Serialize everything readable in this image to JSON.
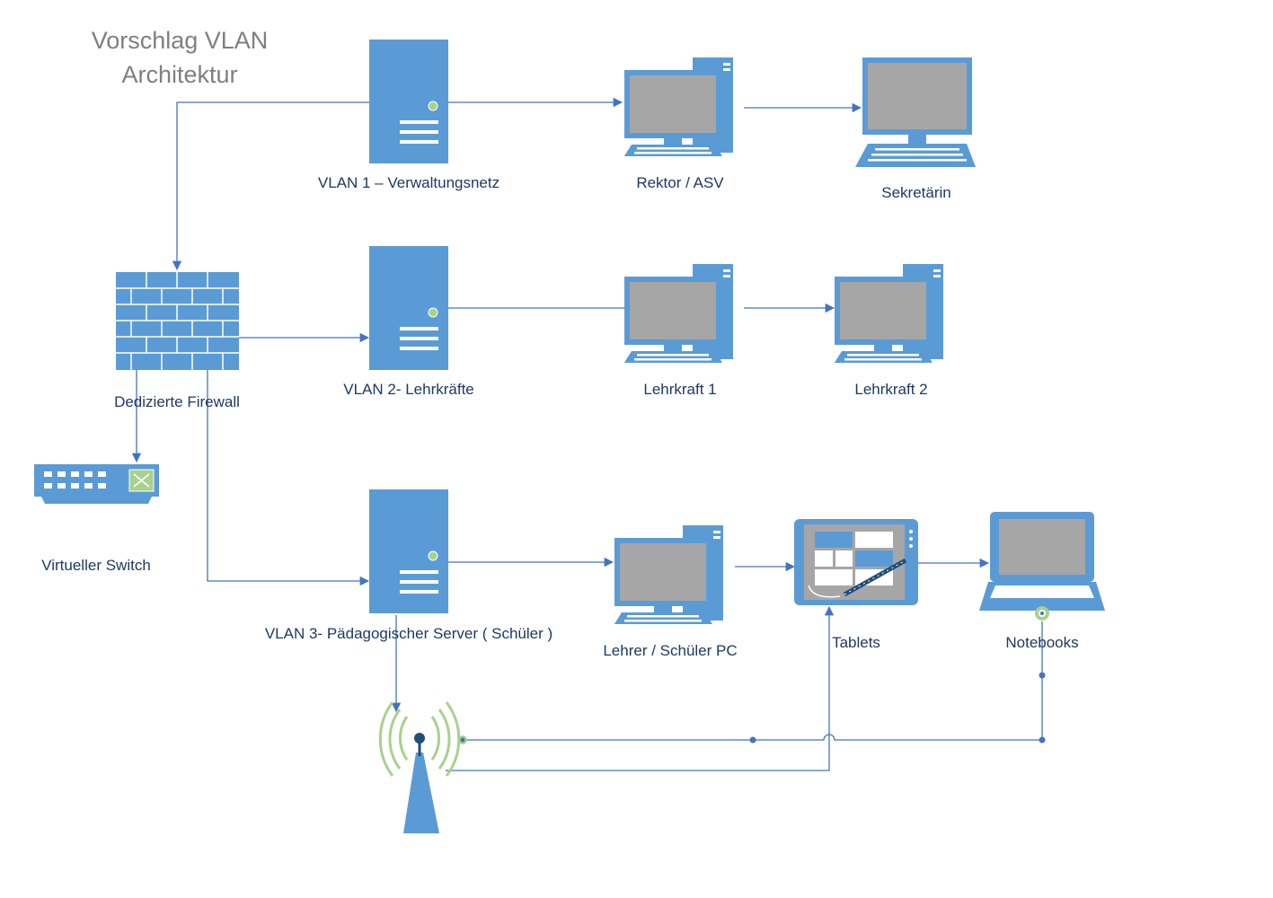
{
  "title": {
    "line1": "Vorschlag VLAN",
    "line2": "Architektur"
  },
  "labels": {
    "vlan1": "VLAN 1 – Verwaltungsnetz",
    "rektor": "Rektor / ASV",
    "sekretaerin": "Sekretärin",
    "firewall": "Dedizierte Firewall",
    "vlan2": "VLAN 2- Lehrkräfte",
    "lehrkraft1": "Lehrkraft 1",
    "lehrkraft2": "Lehrkraft 2",
    "switch": "Virtueller Switch",
    "vlan3": "VLAN 3- Pädagogischer Server ( Schüler )",
    "lehrerpc": "Lehrer / Schüler PC",
    "tablets": "Tablets",
    "notebooks": "Notebooks"
  },
  "colors": {
    "device": "#5b9bd5",
    "screen": "#a6a6a6",
    "line": "#4472c4",
    "title": "#7f7f7f",
    "label": "#1f3864",
    "accent_green": "#a9d18e"
  }
}
